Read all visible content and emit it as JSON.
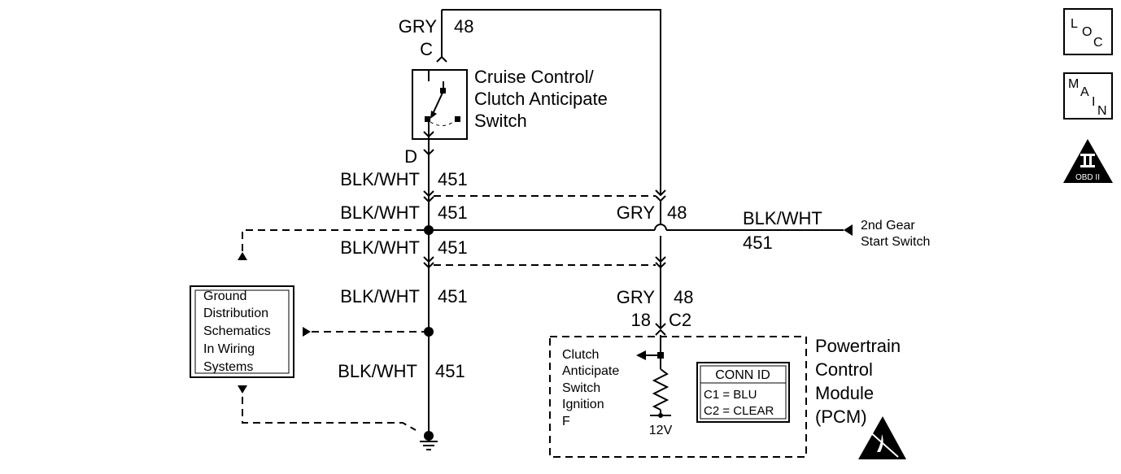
{
  "wires": {
    "top_color": "GRY",
    "top_circuit": "48",
    "top_pin": "C",
    "switch_pin": "D",
    "w1_color": "BLK/WHT",
    "w1_circuit": "451",
    "w2_color": "BLK/WHT",
    "w2_circuit": "451",
    "w3_color": "BLK/WHT",
    "w3_circuit": "451",
    "w4_color": "BLK/WHT",
    "w4_circuit": "451",
    "w5_color": "BLK/WHT",
    "w5_circuit": "451",
    "gry_mid_color": "GRY",
    "gry_mid_circuit": "48",
    "right_color": "BLK/WHT",
    "right_circuit": "451",
    "pcm_color": "GRY",
    "pcm_circuit": "48",
    "pcm_pin": "18",
    "pcm_conn": "C2"
  },
  "switch": {
    "line1": "Cruise Control/",
    "line2": "Clutch Anticipate",
    "line3": "Switch"
  },
  "second_gear": {
    "line1": "2nd Gear",
    "line2": "Start Switch"
  },
  "ground_box": {
    "line1": "Ground",
    "line2": "Distribution",
    "line3": "Schematics",
    "line4": "In Wiring",
    "line5": "Systems"
  },
  "pcm": {
    "title1": "Powertrain",
    "title2": "Control",
    "title3": "Module",
    "title4": "(PCM)",
    "input1": "Clutch",
    "input2": "Anticipate",
    "input3": "Switch",
    "input4": "Ignition",
    "input5": "F",
    "voltage": "12V"
  },
  "conn_id": {
    "header": "CONN ID",
    "c1": "C1 = BLU",
    "c2": "C2 = CLEAR"
  },
  "nav": {
    "loc": [
      "L",
      "O",
      "C"
    ],
    "main": [
      "M",
      "A",
      "I",
      "N"
    ],
    "obd_roman": "II",
    "obd_label": "OBD II"
  },
  "icons": [
    "loc-icon",
    "main-icon",
    "obd-ii-icon",
    "esd-warning-icon",
    "ground-icon",
    "resistor-icon"
  ]
}
